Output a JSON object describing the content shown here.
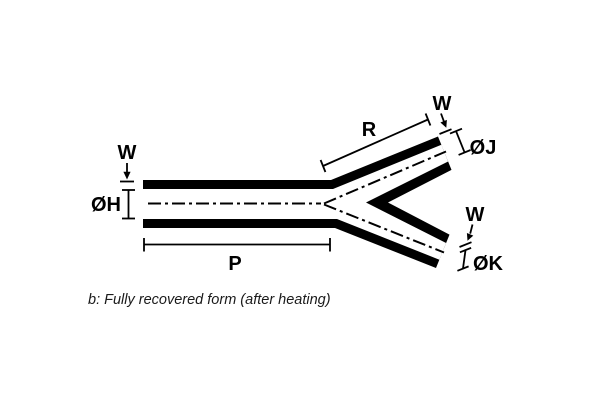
{
  "colors": {
    "background": "#ffffff",
    "ink": "#000000"
  },
  "diagram": {
    "caption": "b: Fully recovered form (after heating)",
    "labels": {
      "wall_left": "W",
      "wall_upper": "W",
      "wall_lower": "W",
      "dia_main": "ØH",
      "dia_upper": "ØJ",
      "dia_lower": "ØK",
      "length_main": "P",
      "length_upper": "R"
    }
  }
}
